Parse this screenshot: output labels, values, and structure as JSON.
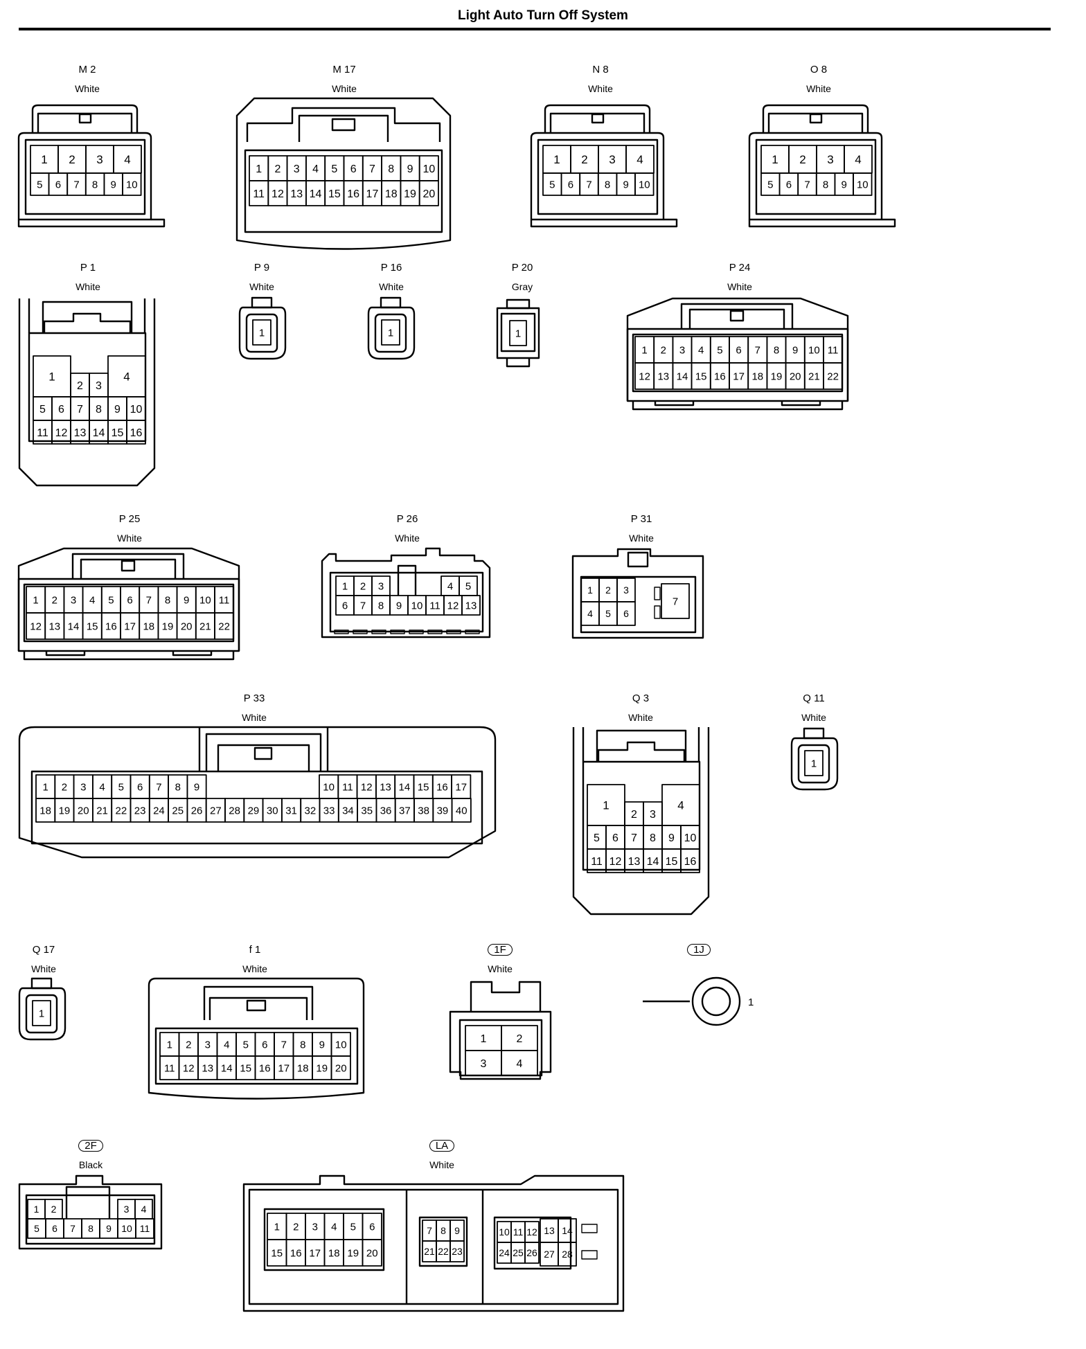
{
  "page": {
    "title": "Light Auto Turn Off System"
  },
  "connectors": [
    {
      "id": "m2",
      "code": "M 2",
      "color": "White",
      "pins": [
        "1",
        "2",
        "3",
        "4",
        "5",
        "6",
        "7",
        "8",
        "9",
        "10"
      ]
    },
    {
      "id": "m17",
      "code": "M 17",
      "color": "White",
      "pins": [
        "1",
        "2",
        "3",
        "4",
        "5",
        "6",
        "7",
        "8",
        "9",
        "10",
        "11",
        "12",
        "13",
        "14",
        "15",
        "16",
        "17",
        "18",
        "19",
        "20"
      ]
    },
    {
      "id": "n8",
      "code": "N 8",
      "color": "White",
      "pins": [
        "1",
        "2",
        "3",
        "4",
        "5",
        "6",
        "7",
        "8",
        "9",
        "10"
      ]
    },
    {
      "id": "o8",
      "code": "O 8",
      "color": "White",
      "pins": [
        "1",
        "2",
        "3",
        "4",
        "5",
        "6",
        "7",
        "8",
        "9",
        "10"
      ]
    },
    {
      "id": "p1",
      "code": "P 1",
      "color": "White",
      "pins": [
        "1",
        "2",
        "3",
        "4",
        "5",
        "6",
        "7",
        "8",
        "9",
        "10",
        "11",
        "12",
        "13",
        "14",
        "15",
        "16"
      ]
    },
    {
      "id": "p9",
      "code": "P 9",
      "color": "White",
      "pins": [
        "1"
      ]
    },
    {
      "id": "p16",
      "code": "P 16",
      "color": "White",
      "pins": [
        "1"
      ]
    },
    {
      "id": "p20",
      "code": "P 20",
      "color": "Gray",
      "pins": [
        "1"
      ]
    },
    {
      "id": "p24",
      "code": "P 24",
      "color": "White",
      "pins": [
        "1",
        "2",
        "3",
        "4",
        "5",
        "6",
        "7",
        "8",
        "9",
        "10",
        "11",
        "12",
        "13",
        "14",
        "15",
        "16",
        "17",
        "18",
        "19",
        "20",
        "21",
        "22"
      ]
    },
    {
      "id": "p25",
      "code": "P 25",
      "color": "White",
      "pins": [
        "1",
        "2",
        "3",
        "4",
        "5",
        "6",
        "7",
        "8",
        "9",
        "10",
        "11",
        "12",
        "13",
        "14",
        "15",
        "16",
        "17",
        "18",
        "19",
        "20",
        "21",
        "22"
      ]
    },
    {
      "id": "p26",
      "code": "P 26",
      "color": "White",
      "pins": [
        "1",
        "2",
        "3",
        "4",
        "5",
        "6",
        "7",
        "8",
        "9",
        "10",
        "11",
        "12",
        "13"
      ]
    },
    {
      "id": "p31",
      "code": "P 31",
      "color": "White",
      "pins": [
        "1",
        "2",
        "3",
        "4",
        "5",
        "6",
        "7"
      ]
    },
    {
      "id": "p33",
      "code": "P 33",
      "color": "White",
      "pins": [
        "1",
        "2",
        "3",
        "4",
        "5",
        "6",
        "7",
        "8",
        "9",
        "10",
        "11",
        "12",
        "13",
        "14",
        "15",
        "16",
        "17",
        "18",
        "19",
        "20",
        "21",
        "22",
        "23",
        "24",
        "25",
        "26",
        "27",
        "28",
        "29",
        "30",
        "31",
        "32",
        "33",
        "34",
        "35",
        "36",
        "37",
        "38",
        "39",
        "40"
      ]
    },
    {
      "id": "q3",
      "code": "Q 3",
      "color": "White",
      "pins": [
        "1",
        "2",
        "3",
        "4",
        "5",
        "6",
        "7",
        "8",
        "9",
        "10",
        "11",
        "12",
        "13",
        "14",
        "15",
        "16"
      ]
    },
    {
      "id": "q11",
      "code": "Q 11",
      "color": "White",
      "pins": [
        "1"
      ]
    },
    {
      "id": "q17",
      "code": "Q 17",
      "color": "White",
      "pins": [
        "1"
      ]
    },
    {
      "id": "f1",
      "code": "f 1",
      "color": "White",
      "pins": [
        "1",
        "2",
        "3",
        "4",
        "5",
        "6",
        "7",
        "8",
        "9",
        "10",
        "11",
        "12",
        "13",
        "14",
        "15",
        "16",
        "17",
        "18",
        "19",
        "20"
      ]
    },
    {
      "id": "c1f",
      "code": "1F",
      "color": "White",
      "pins": [
        "1",
        "2",
        "3",
        "4"
      ]
    },
    {
      "id": "c1j",
      "code": "1J",
      "color": "",
      "pins": [
        "1"
      ]
    },
    {
      "id": "c2f",
      "code": "2F",
      "color": "Black",
      "pins": [
        "1",
        "2",
        "3",
        "4",
        "5",
        "6",
        "7",
        "8",
        "9",
        "10",
        "11"
      ]
    },
    {
      "id": "la",
      "code": "LA",
      "color": "White",
      "pins": [
        "1",
        "2",
        "3",
        "4",
        "5",
        "6",
        "7",
        "8",
        "9",
        "10",
        "11",
        "12",
        "13",
        "14",
        "15",
        "16",
        "17",
        "18",
        "19",
        "20",
        "21",
        "22",
        "23",
        "24",
        "25",
        "26",
        "27",
        "28"
      ]
    }
  ]
}
